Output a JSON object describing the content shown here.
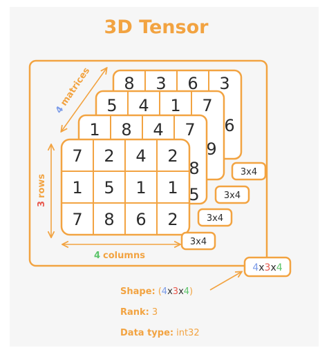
{
  "title": "3D Tensor",
  "colors": {
    "accent": "#f2a341",
    "matrices": "#7b9be8",
    "rows": "#e8584d",
    "columns": "#5cc46a",
    "text": "#2b2b2b"
  },
  "tensor": {
    "matrices": [
      {
        "dims": "3x4",
        "rows": [
          [
            "8",
            "3",
            "6",
            "3"
          ]
        ]
      },
      {
        "dims": "3x4",
        "rows": [
          [
            "5",
            "4",
            "1",
            "7"
          ]
        ]
      },
      {
        "dims": "3x4",
        "rows": [
          [
            "1",
            "8",
            "4",
            "7"
          ]
        ]
      },
      {
        "dims": "3x4",
        "rows": [
          [
            "7",
            "2",
            "4",
            "2"
          ],
          [
            "1",
            "5",
            "1",
            "1"
          ],
          [
            "7",
            "8",
            "6",
            "2"
          ]
        ]
      }
    ],
    "peek_digits": [
      "6",
      "9",
      "8",
      "5"
    ]
  },
  "axes": {
    "matrices": {
      "count": "4",
      "label": "matrices"
    },
    "rows": {
      "count": "3",
      "label": "rows"
    },
    "columns": {
      "count": "4",
      "label": "columns"
    }
  },
  "shape_badge": {
    "a": "4",
    "x1": "x",
    "b": "3",
    "x2": "x",
    "c": "4"
  },
  "info": {
    "shape_label": "Shape:",
    "shape_open": "(",
    "shape_a": "4",
    "shape_x1": "x",
    "shape_b": "3",
    "shape_x2": "x",
    "shape_c": "4",
    "shape_close": ")",
    "rank_label": "Rank:",
    "rank_value": "3",
    "dtype_label": "Data type:",
    "dtype_value": "int32"
  }
}
